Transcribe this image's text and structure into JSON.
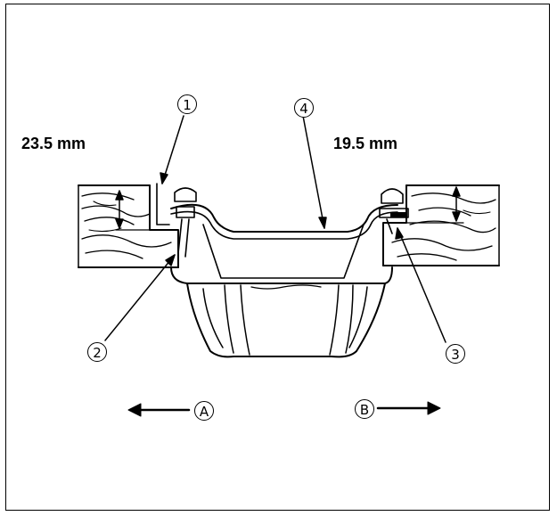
{
  "dimensions": {
    "left": "23.5 mm",
    "right": "19.5 mm"
  },
  "callouts": {
    "c1": "1",
    "c2": "2",
    "c3": "3",
    "c4": "4",
    "a": "A",
    "b": "B"
  }
}
